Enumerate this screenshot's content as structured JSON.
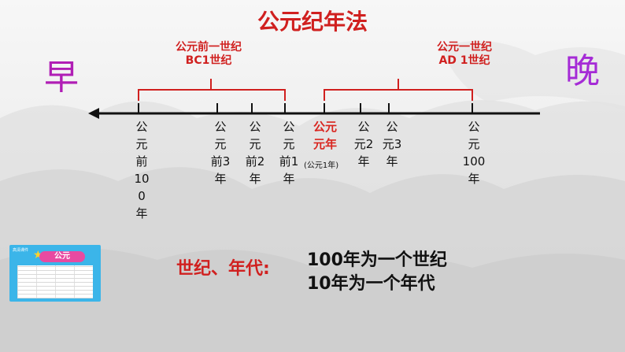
{
  "title": "公元纪年法",
  "early": "早",
  "late": "晚",
  "bc_century": {
    "line1": "公元前一世纪",
    "line2": "BC1世纪"
  },
  "ad_century": {
    "line1": "公元一世纪",
    "line2": "AD 1世纪"
  },
  "ticks": {
    "bc10": [
      "公",
      "元",
      "前",
      "10",
      "0",
      "年"
    ],
    "bc3": [
      "公",
      "元",
      "前3",
      "年"
    ],
    "bc2": [
      "公",
      "元",
      "前2",
      "年"
    ],
    "bc1": [
      "公",
      "元",
      "前1",
      "年"
    ],
    "ad1": {
      "line1": "公元",
      "line2": "元年",
      "note": "(公元1年)"
    },
    "ad2": [
      "公",
      "元2",
      "年"
    ],
    "ad3": [
      "公",
      "元3",
      "年"
    ],
    "ad100": [
      "公",
      "元",
      "100",
      "年"
    ]
  },
  "thumbnail": {
    "brand": "高清课件",
    "title": "公元"
  },
  "emphasis_label": "世纪、年代:",
  "facts": [
    "100年为一个世纪",
    "10年为一个年代"
  ],
  "colors": {
    "title_red": "#d0201f",
    "early_purple": "#b01eb5",
    "late_purple": "#a52bd6"
  }
}
